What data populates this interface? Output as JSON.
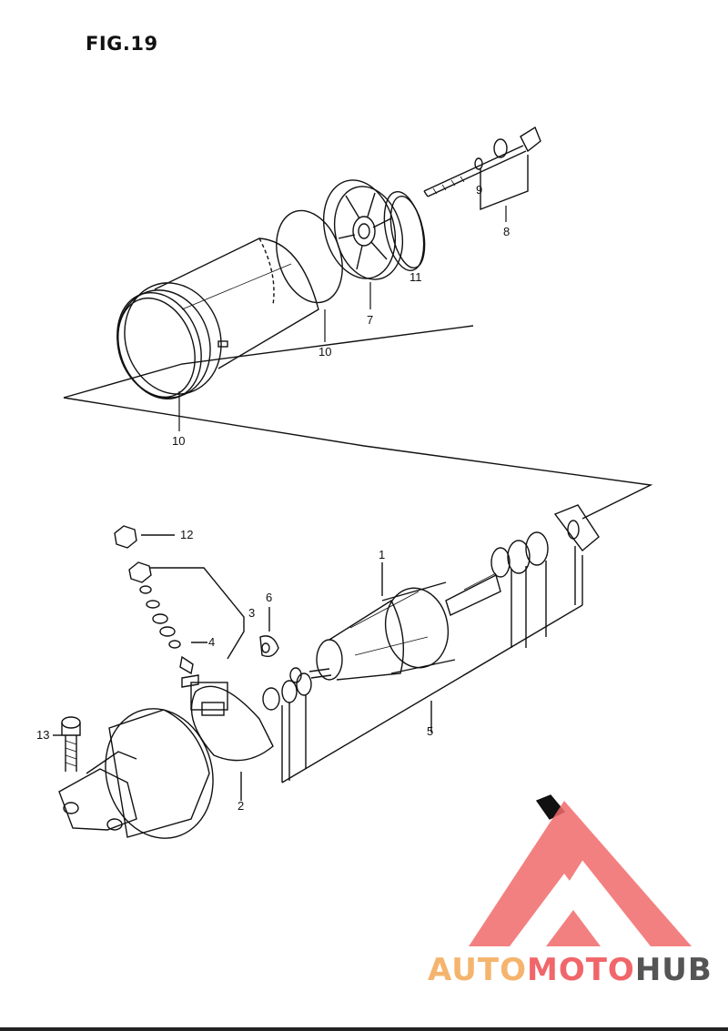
{
  "figure": {
    "title": "FIG.19"
  },
  "callouts": {
    "c1": "1",
    "c2": "2",
    "c3": "3",
    "c4": "4",
    "c5": "5",
    "c6": "6",
    "c7": "7",
    "c8": "8",
    "c9": "9",
    "c10a": "10",
    "c10b": "10",
    "c11": "11",
    "c12": "12",
    "c13": "13"
  },
  "watermark": {
    "part1": "AUTO",
    "part2": "MOTO",
    "part3": "HUB",
    "color_light": "#f5b46e",
    "color_brand": "#f0666a",
    "color_dark": "#555555",
    "logo_color": "#f26b6b"
  },
  "colors": {
    "line": "#111111",
    "background": "#ffffff"
  }
}
